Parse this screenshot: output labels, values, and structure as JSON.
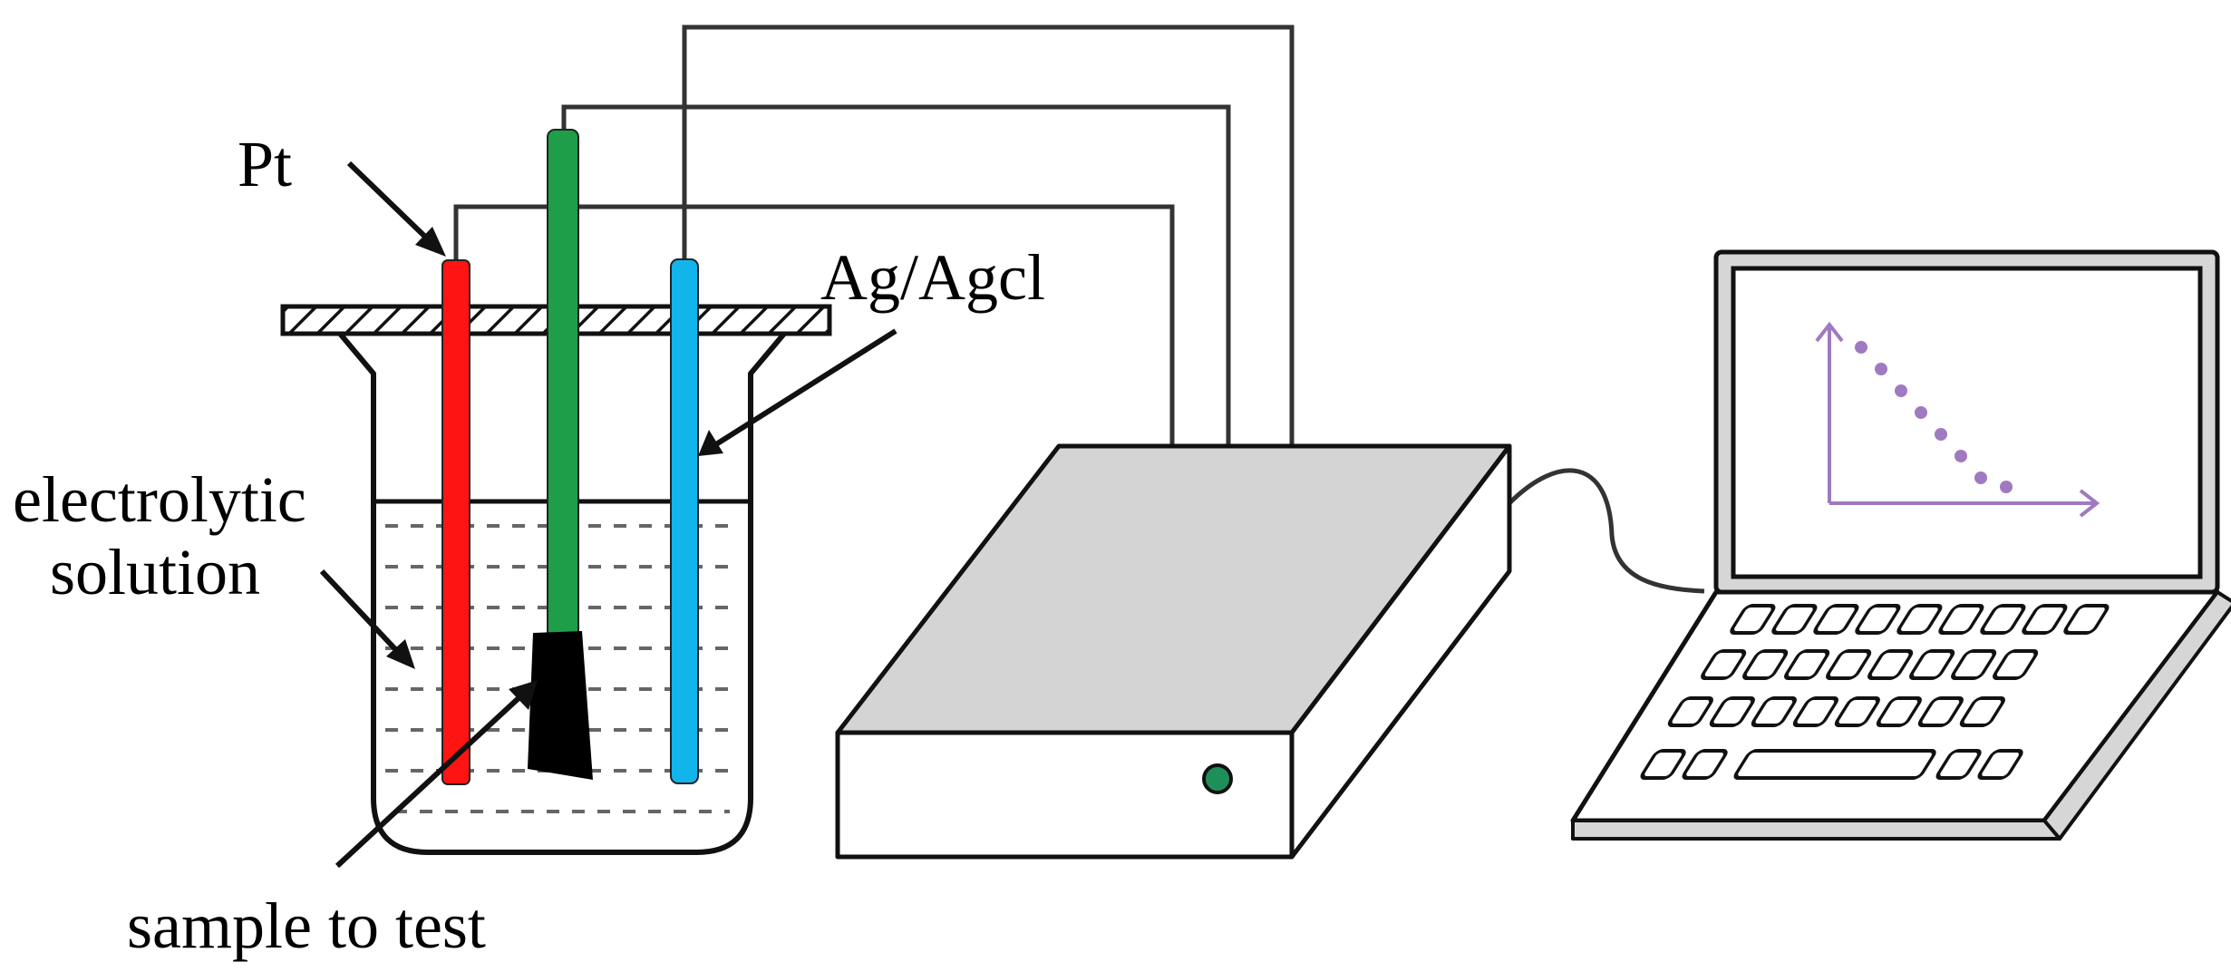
{
  "labels": {
    "pt": "Pt",
    "ag_agcl": "Ag/Agcl",
    "electrolytic_line1": "electrolytic",
    "electrolytic_line2": "solution",
    "sample": "sample to test"
  },
  "colors": {
    "counter_electrode": "#ff1414",
    "working_electrode": "#1e9e48",
    "reference_electrode": "#12b4ec",
    "sample": "#000000",
    "potentiostat_top": "#d4d4d4",
    "power_led": "#1f8f5a",
    "laptop_body": "#d6d6d6",
    "screen_plot": "#a07ac0",
    "wires": "#333333",
    "outline": "#111111"
  },
  "icons": {
    "potentiostat": "potentiostat-icon",
    "laptop": "laptop-icon",
    "beaker": "beaker-icon"
  }
}
